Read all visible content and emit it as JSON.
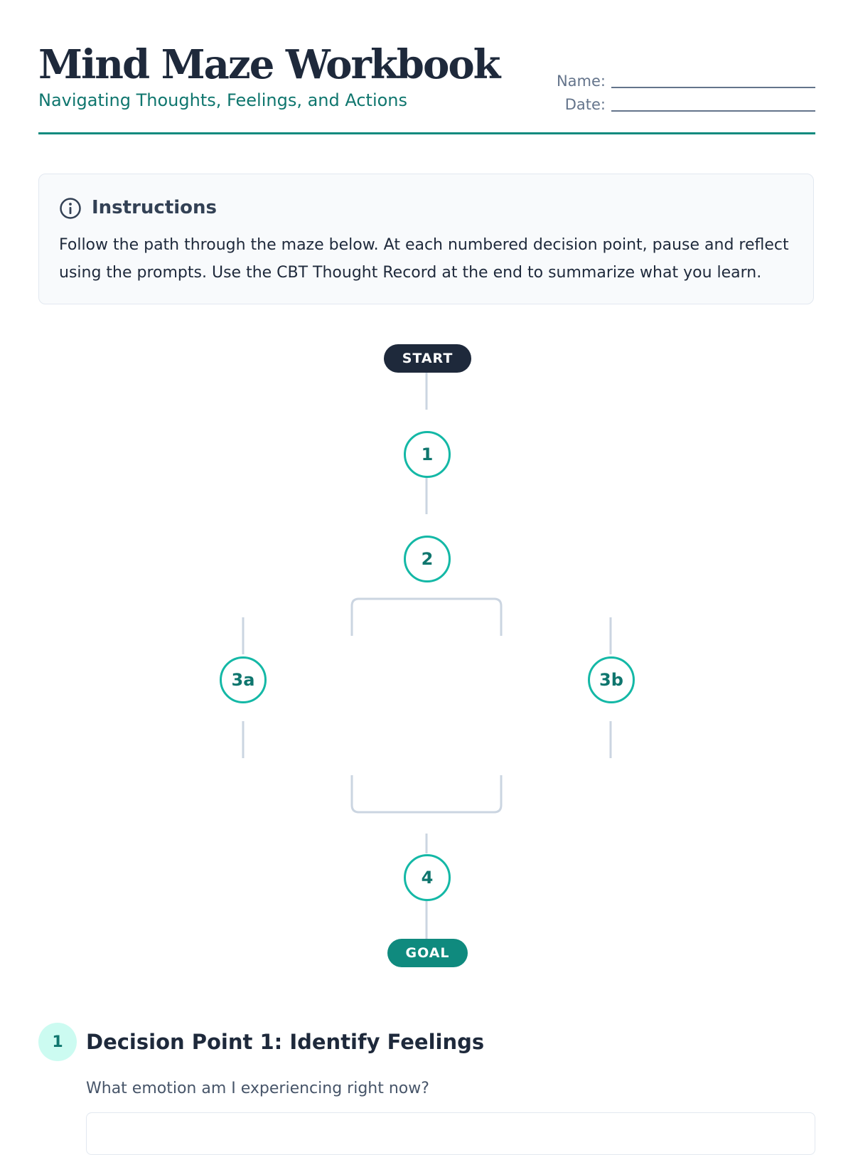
{
  "header": {
    "title": "Mind Maze Workbook",
    "subtitle": "Navigating Thoughts, Feelings, and Actions",
    "name_label": "Name:",
    "date_label": "Date:"
  },
  "instructions": {
    "icon": "info-icon",
    "heading": "Instructions",
    "body": "Follow the path through the maze below. At each numbered decision point, pause and reflect using the prompts. Use the CBT Thought Record at the end to summarize what you learn."
  },
  "maze": {
    "start_label": "START",
    "goal_label": "GOAL",
    "nodes": [
      "1",
      "2",
      "3a",
      "3b",
      "4"
    ]
  },
  "decision_points": [
    {
      "number": "1",
      "heading": "Decision Point 1: Identify Feelings",
      "prompt": "What emotion am I experiencing right now?",
      "response": ""
    }
  ],
  "colors": {
    "accent": "#14b8a6",
    "accent_dark": "#0f766e",
    "rule": "#0f8a7e",
    "ink": "#1e293b",
    "path": "#cbd5e1"
  }
}
